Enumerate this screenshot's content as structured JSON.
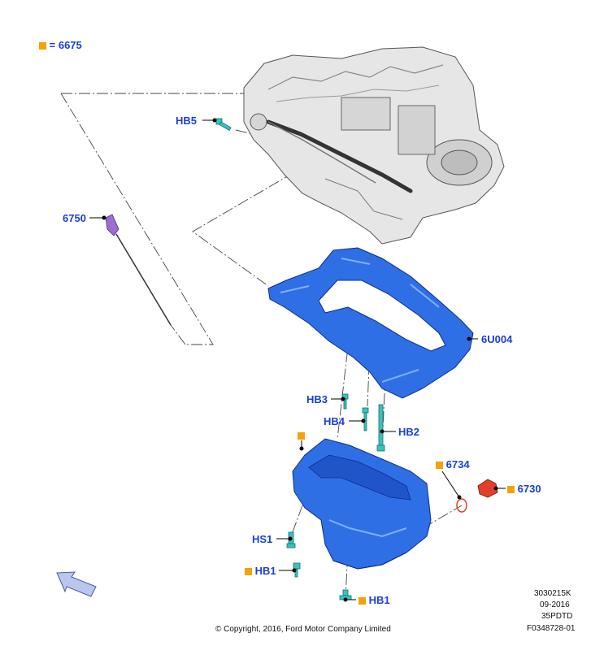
{
  "legend": {
    "marker_color": "#f5a10a",
    "equals": "=",
    "part": "6675"
  },
  "callouts": {
    "hb5": "HB5",
    "p6750": "6750",
    "p6u004": "6U004",
    "hb3": "HB3",
    "hb4": "HB4",
    "hb2": "HB2",
    "p6734": "6734",
    "p6730": "6730",
    "hs1": "HS1",
    "hb1_left": "HB1",
    "hb1_bottom": "HB1"
  },
  "codes": [
    "3030215K",
    "09-2016",
    "35PDTD",
    "F0348728-01"
  ],
  "copyright": "© Copyright, 2016, Ford Motor Company Limited",
  "colors": {
    "callout_text": "#1a3fd6",
    "marker": "#f5a10a",
    "part_blue": "#2f6fe6",
    "bolt_teal": "#38c2c0",
    "dipstick_purple": "#9a6fd0",
    "sensor_red": "#e0402a",
    "engine_grey": "#d9d9d9",
    "arrow_fill": "#b9c6ee"
  },
  "icons": [
    "view-direction-arrow-icon",
    "legend-square-icon"
  ]
}
